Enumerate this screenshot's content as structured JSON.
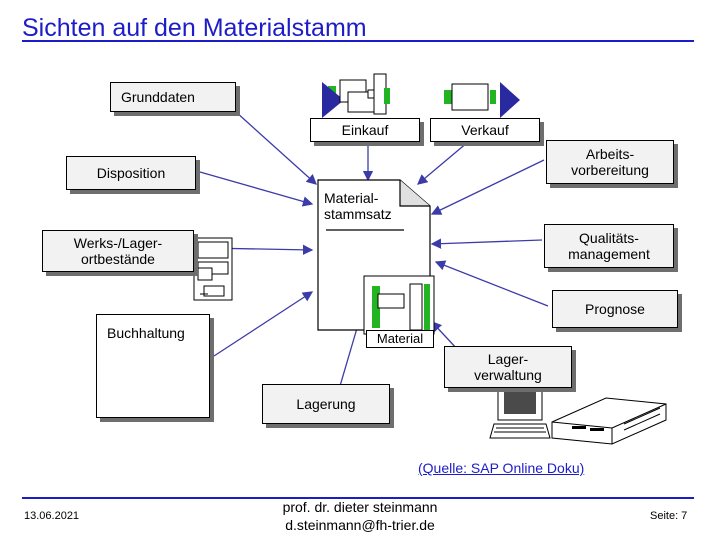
{
  "title": "Sichten auf den Materialstamm",
  "views": {
    "grunddaten": "Grunddaten",
    "einkauf": "Einkauf",
    "verkauf": "Verkauf",
    "disposition": "Disposition",
    "arbeitsvorbereitung": "Arbeits-\nvorbereitung",
    "werks_lager": "Werks-/Lager-\nortbestände",
    "qualitaet": "Qualitäts-\nmanagement",
    "prognose": "Prognose",
    "buchhaltung": "Buchhaltung",
    "lagerverwaltung": "Lager-\nverwaltung",
    "lagerung": "Lagerung",
    "material": "Material"
  },
  "document": {
    "label": "Material-\nstammsatz"
  },
  "source": "(Quelle: SAP Online Doku)",
  "footer": {
    "date": "13.06.2021",
    "author": "prof. dr. dieter steinmann",
    "email": "d.steinmann@fh-trier.de",
    "page": "Seite: 7"
  },
  "colors": {
    "title": "#1c1cc8",
    "arrow": "#3c3ca8",
    "accent_green": "#22b422",
    "accent_blue": "#2a2aa0"
  }
}
